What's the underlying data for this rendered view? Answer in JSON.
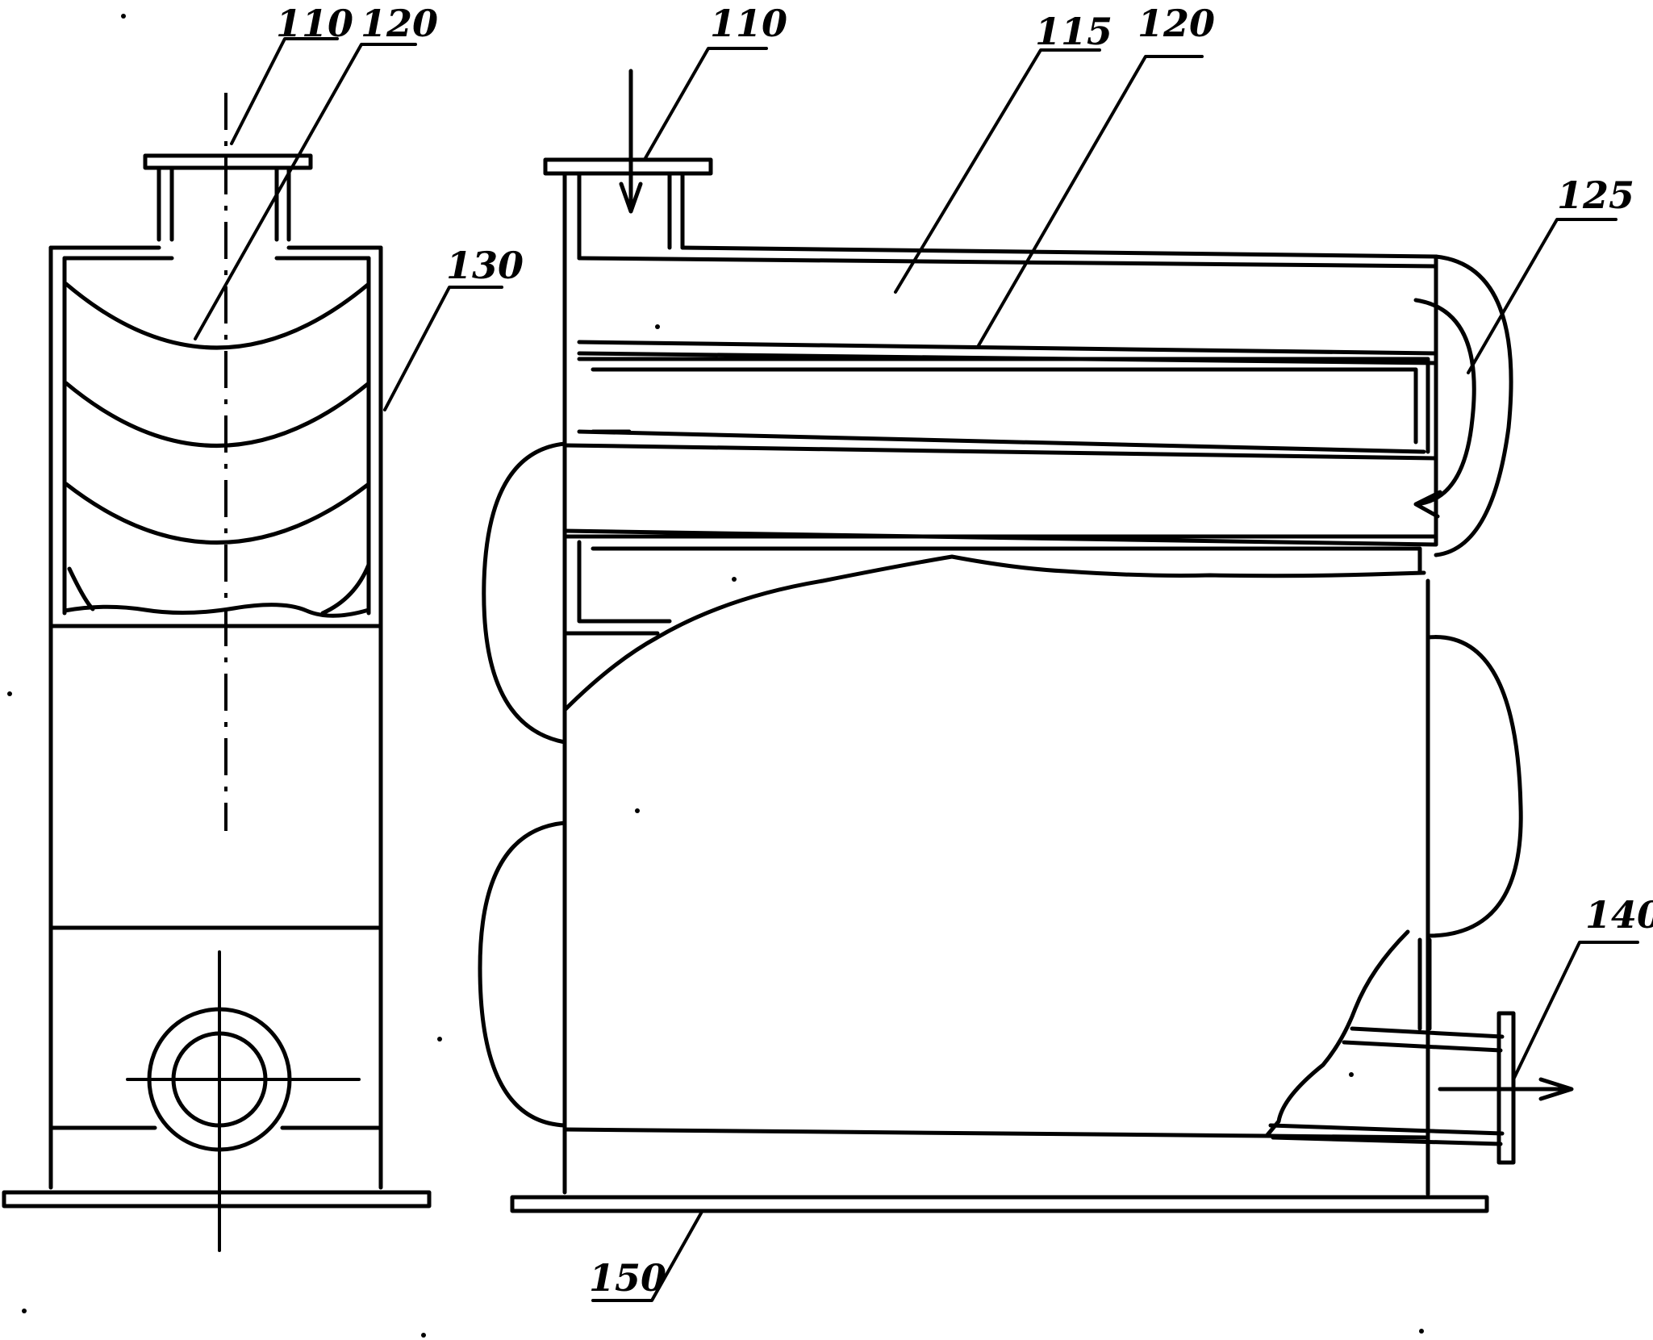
{
  "labels": {
    "left_110": "110",
    "left_120": "120",
    "left_130": "130",
    "right_110": "110",
    "right_115": "115",
    "right_120": "120",
    "right_125": "125",
    "right_140": "140",
    "right_150": "150"
  },
  "colors": {
    "ink": "#000000",
    "paper": "#ffffff"
  }
}
